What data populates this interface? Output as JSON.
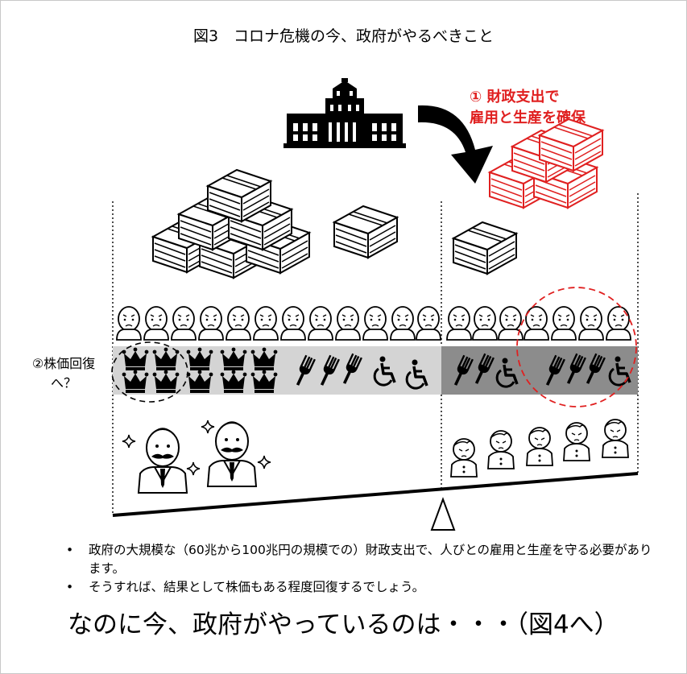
{
  "title": "図3　コロナ危機の今、政府がやるべきこと",
  "annotation_red": {
    "line1": "① 財政支出で",
    "line2": "雇用と生産を確保"
  },
  "annotation_left": {
    "line1": "②株価回復",
    "line2": "へ？"
  },
  "bullets": [
    "政府の大規模な（60兆から100兆円の規模での）財政支出で、人びとの雇用と生産を守る必要があります。",
    "そうすれば、結果として株価もある程度回復するでしょう。"
  ],
  "closing": "なのに今、政府がやっているのは・・・（図4へ）",
  "colors": {
    "accent_red": "#e02020",
    "band_light": "#d4d4d4",
    "band_dark": "#8c8c8c"
  },
  "icons": {
    "government": "diet-building-icon",
    "arrow": "curved-arrow-icon",
    "money": "cash-stack-icon",
    "person": "worried-face-icon",
    "crown": "crown-icon",
    "fork": "fork-icon",
    "wheelchair": "wheelchair-icon",
    "rich": "mustache-man-icon",
    "worker": "worker-icon",
    "fulcrum": "fulcrum-icon"
  }
}
